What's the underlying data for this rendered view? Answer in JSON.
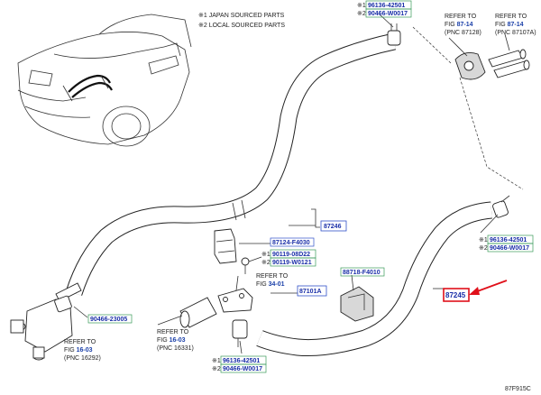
{
  "notes": {
    "japan": "※1 JAPAN SOURCED PARTS",
    "local": "※2 LOCAL SOURCED PARTS"
  },
  "callouts": {
    "tr_clamp_1": "96136-42501",
    "tr_clamp_2": "90466-W0017",
    "ref_pnc_87128_line1": "REFER TO",
    "ref_pnc_87128_line2_prefix": "FIG ",
    "ref_pnc_87128_fig": "87-14",
    "ref_pnc_87128_line3": "(PNC 87128)",
    "ref_pnc_87107_line1": "REFER TO",
    "ref_pnc_87107_line2_prefix": "FIG ",
    "ref_pnc_87107_fig": "87-14",
    "ref_pnc_87107_line3": "(PNC 87107A)",
    "hose_87246": "87246",
    "bracket_87124": "87124-F4030",
    "bolt_1": "90119-08D22",
    "bolt_2": "90119-W0121",
    "ref_34_line1": "REFER TO",
    "ref_34_prefix": "FIG ",
    "ref_34_fig": "34-01",
    "hose_87101A": "87101A",
    "clamp_88718": "88718-F4010",
    "hose_87245": "87245",
    "rc_clamp_1": "96136-42501",
    "rc_clamp_2": "90466-W0017",
    "clip_90466": "90466-23005",
    "ref_16_bottom_line1": "REFER TO",
    "ref_16_bottom_prefix": "FIG ",
    "ref_16_bottom_fig": "16-03",
    "ref_16_bottom_line3": "(PNC 16331)",
    "ref_16_left_line1": "REFER TO",
    "ref_16_left_prefix": "FIG ",
    "ref_16_left_fig": "16-03",
    "ref_16_left_line3": "(PNC 16292)",
    "bc_clamp_1": "96136-42501",
    "bc_clamp_2": "90466-W0017",
    "mark_1": "※1",
    "mark_2": "※2",
    "figure_code": "87F915C"
  },
  "colors": {
    "highlight_box": "#e0101a",
    "arrow": "#e0101a",
    "link_text": "#1a3fa8",
    "part_box_blue": "#3050c8",
    "part_box_green": "#3a9a5a"
  }
}
